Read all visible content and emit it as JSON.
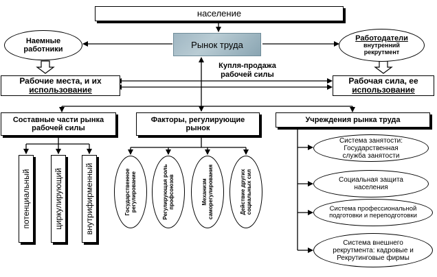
{
  "title": "население",
  "market": "Рынок труда",
  "hired": [
    "Наемные",
    "работники"
  ],
  "employers": {
    "title": "Работодатели",
    "sub": [
      "внутренний",
      "рекрутмент"
    ]
  },
  "purchase": [
    "Купля-продажа",
    "рабочей силы"
  ],
  "jobs": [
    "Рабочие места, и их",
    "использование"
  ],
  "workforce": [
    "Рабочая сила, ее",
    "использование"
  ],
  "parts": {
    "title": [
      "Составные части рынка",
      "рабочей силы"
    ],
    "items": [
      "потенциальный",
      "циркулирующий",
      "внутрифирменный"
    ]
  },
  "factors": {
    "title": [
      "Факторы, регулирующие",
      "рынок"
    ],
    "items": [
      [
        "Государственное",
        "регулирование"
      ],
      [
        "Регулирующая роль",
        "профсоюзов"
      ],
      [
        "Механизм",
        "саморегулирования"
      ],
      [
        "Действие других",
        "социальных сил"
      ]
    ]
  },
  "institutions": {
    "title": "Учреждения рынка труда",
    "items": [
      [
        "Система занятости:",
        "Государственная",
        "служба занятости"
      ],
      [
        "Социальная защита",
        "населения"
      ],
      [
        "Система профессиональной",
        "подготовки и переподготовки"
      ],
      [
        "Система внешнего",
        "рекрутмента: кадровые и",
        "Рекрутинговые фирмы"
      ]
    ]
  }
}
